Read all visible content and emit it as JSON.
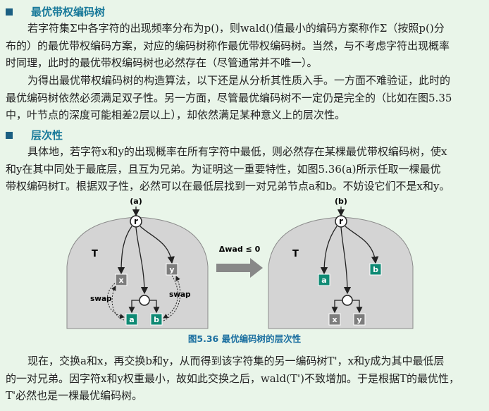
{
  "section1": {
    "title": "最优带权编码树"
  },
  "p1": {
    "l1": "若字符集Σ中各字符的出现频率分布为p()，则wald()值最小的编码方案称作Σ（按照p()分",
    "l2": "布的）的最优带权编码方案，对应的编码树称作最优带权编码树。当然，与不考虑字符出现概率",
    "l3": "时同理，此时的最优带权编码树也必然存在（尽管通常并不唯一）。"
  },
  "p2": {
    "l1": "为得出最优带权编码树的构造算法，以下还是从分析其性质入手。一方面不难验证，此时的",
    "l2": "最优编码树依然必须满足双子性。另一方面，尽管最优编码树不一定仍是完全的（比如在图5.35",
    "l3": "中，叶节点的深度可能相差2层以上），却依然满足某种意义上的层次性。"
  },
  "section2": {
    "title": "层次性"
  },
  "p3": {
    "l1": "具体地，若字符x和y的出现概率在所有字符中最低，则必然存在某棵最优带权编码树，使x",
    "l2": "和y在其中同处于最底层，且互为兄弟。为证明这一重要特性，如图5.36(a)所示任取一棵最优",
    "l3": "带权编码树T。根据双子性，必然可以在最低层找到一对兄弟节点a和b。不妨设它们不是x和y。"
  },
  "figure": {
    "label_a": "(a)",
    "label_b": "(b)",
    "root": "r",
    "tree_name": "T",
    "node_x": "x",
    "node_y": "y",
    "node_a": "a",
    "node_b": "b",
    "swap": "swap",
    "arrow_label": "Δwad ≤ 0",
    "caption": "图5.36  最优编码树的层次性",
    "colors": {
      "shape": "#d4d4d4",
      "gray_node": "#7d7d7d",
      "teal_node": "#0f8a74",
      "arrow": "#888888"
    }
  },
  "p4": {
    "l1": "现在，交换a和x，再交换b和y，从而得到该字符集的另一编码树T'，x和y成为其中最低层",
    "l2": "的一对兄弟。因字符x和y权重最小，故如此交换之后，wald(T')不致增加。于是根据T的最优性，",
    "l3": "T'必然也是一棵最优编码树。"
  }
}
